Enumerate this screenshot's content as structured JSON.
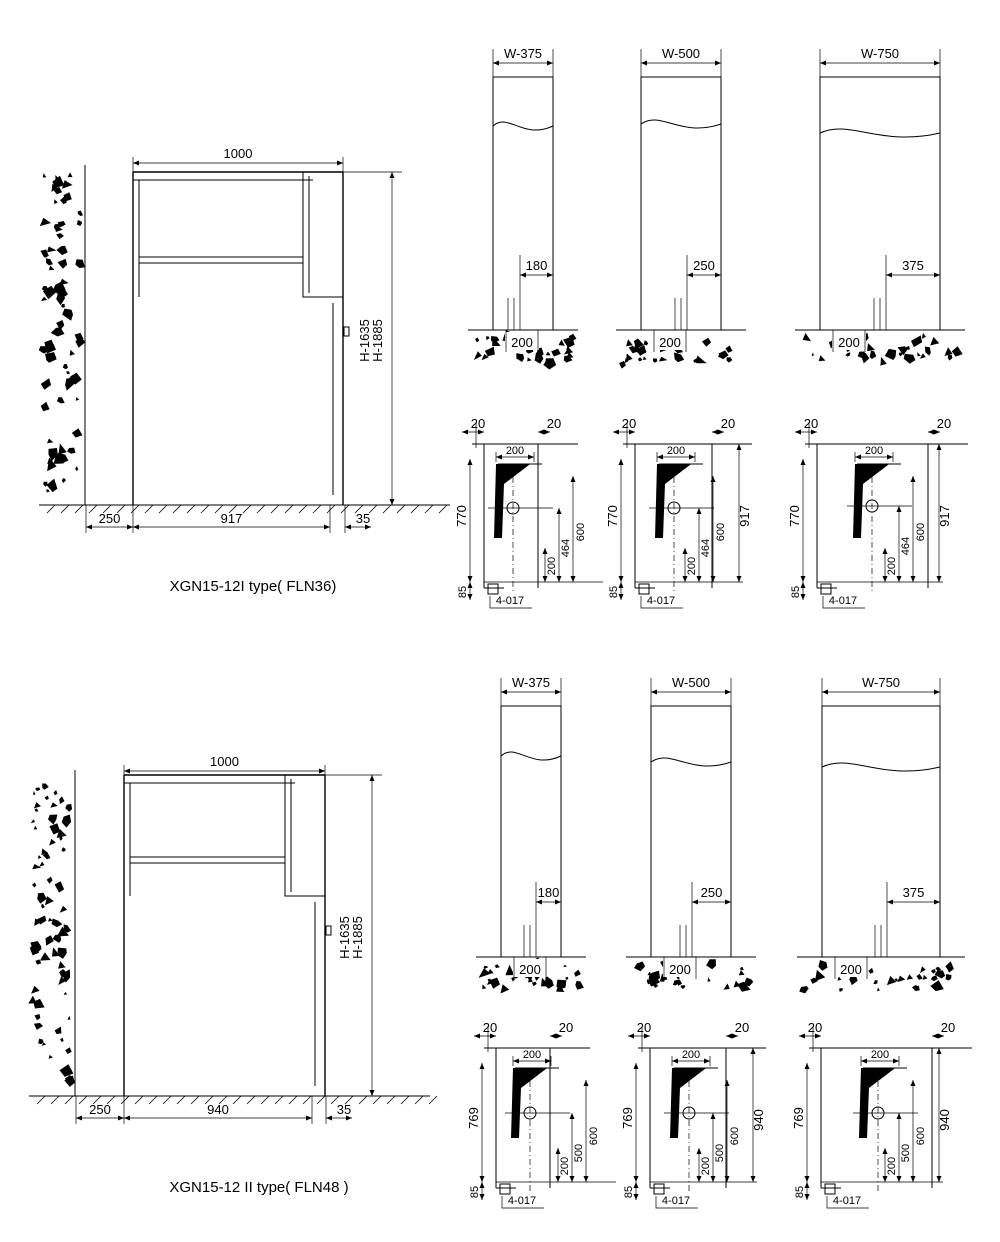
{
  "side_views": [
    {
      "caption": "XGN15-12I type( FLN36)",
      "width_label": "1000",
      "height_labels": [
        "H-1635",
        "H-1885"
      ],
      "bottom_dims": [
        "250",
        "917",
        "35"
      ]
    },
    {
      "caption": "XGN15-12 II type( FLN48 )",
      "width_label": "1000",
      "height_labels": [
        "H-1635",
        "H-1885"
      ],
      "bottom_dims": [
        "250",
        "940",
        "35"
      ]
    }
  ],
  "front_views": [
    {
      "elevations": [
        {
          "width": "W-375",
          "offset": "180",
          "base": "200"
        },
        {
          "width": "W-500",
          "offset": "250",
          "base": "200"
        },
        {
          "width": "W-750",
          "offset": "375",
          "base": "200"
        }
      ],
      "plans": [
        {
          "side_left": "20",
          "side_right": "20",
          "opening": "200",
          "depth": "770",
          "inner": "600",
          "mid": "464",
          "base": "200",
          "foot": "85",
          "holes": "4-017",
          "total": ""
        },
        {
          "side_left": "20",
          "side_right": "20",
          "opening": "200",
          "depth": "770",
          "inner": "600",
          "mid": "464",
          "base": "200",
          "foot": "85",
          "holes": "4-017",
          "total": "917"
        },
        {
          "side_left": "20",
          "side_right": "20",
          "opening": "200",
          "depth": "770",
          "inner": "600",
          "mid": "464",
          "base": "200",
          "foot": "85",
          "holes": "4-017",
          "total": "917"
        }
      ]
    },
    {
      "elevations": [
        {
          "width": "W-375",
          "offset": "180",
          "base": "200"
        },
        {
          "width": "W-500",
          "offset": "250",
          "base": "200"
        },
        {
          "width": "W-750",
          "offset": "375",
          "base": "200"
        }
      ],
      "plans": [
        {
          "side_left": "20",
          "side_right": "20",
          "opening": "200",
          "depth": "769",
          "inner": "600",
          "mid": "500",
          "base": "200",
          "foot": "85",
          "holes": "4-017",
          "total": ""
        },
        {
          "side_left": "20",
          "side_right": "20",
          "opening": "200",
          "depth": "769",
          "inner": "600",
          "mid": "500",
          "base": "200",
          "foot": "85",
          "holes": "4-017",
          "total": "940"
        },
        {
          "side_left": "20",
          "side_right": "20",
          "opening": "200",
          "depth": "769",
          "inner": "600",
          "mid": "500",
          "base": "200",
          "foot": "85",
          "holes": "4-017",
          "total": "940"
        }
      ]
    }
  ]
}
